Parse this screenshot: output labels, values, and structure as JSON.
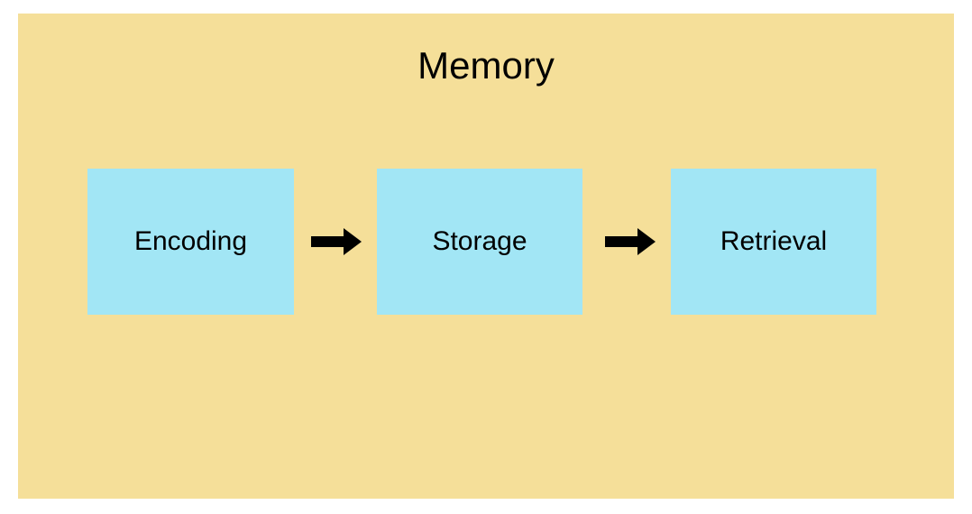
{
  "diagram": {
    "title": "Memory",
    "nodes": [
      {
        "id": "encoding",
        "label": "Encoding"
      },
      {
        "id": "storage",
        "label": "Storage"
      },
      {
        "id": "retrieval",
        "label": "Retrieval"
      }
    ],
    "connectors": [
      {
        "from": "encoding",
        "to": "storage",
        "icon": "right-arrow-icon"
      },
      {
        "from": "storage",
        "to": "retrieval",
        "icon": "right-arrow-icon"
      }
    ],
    "colors": {
      "page_background": "#FFFFFF",
      "background": "#F5DF99",
      "node_fill": "#A2E6F5",
      "text": "#000000",
      "arrow": "#000000"
    }
  }
}
